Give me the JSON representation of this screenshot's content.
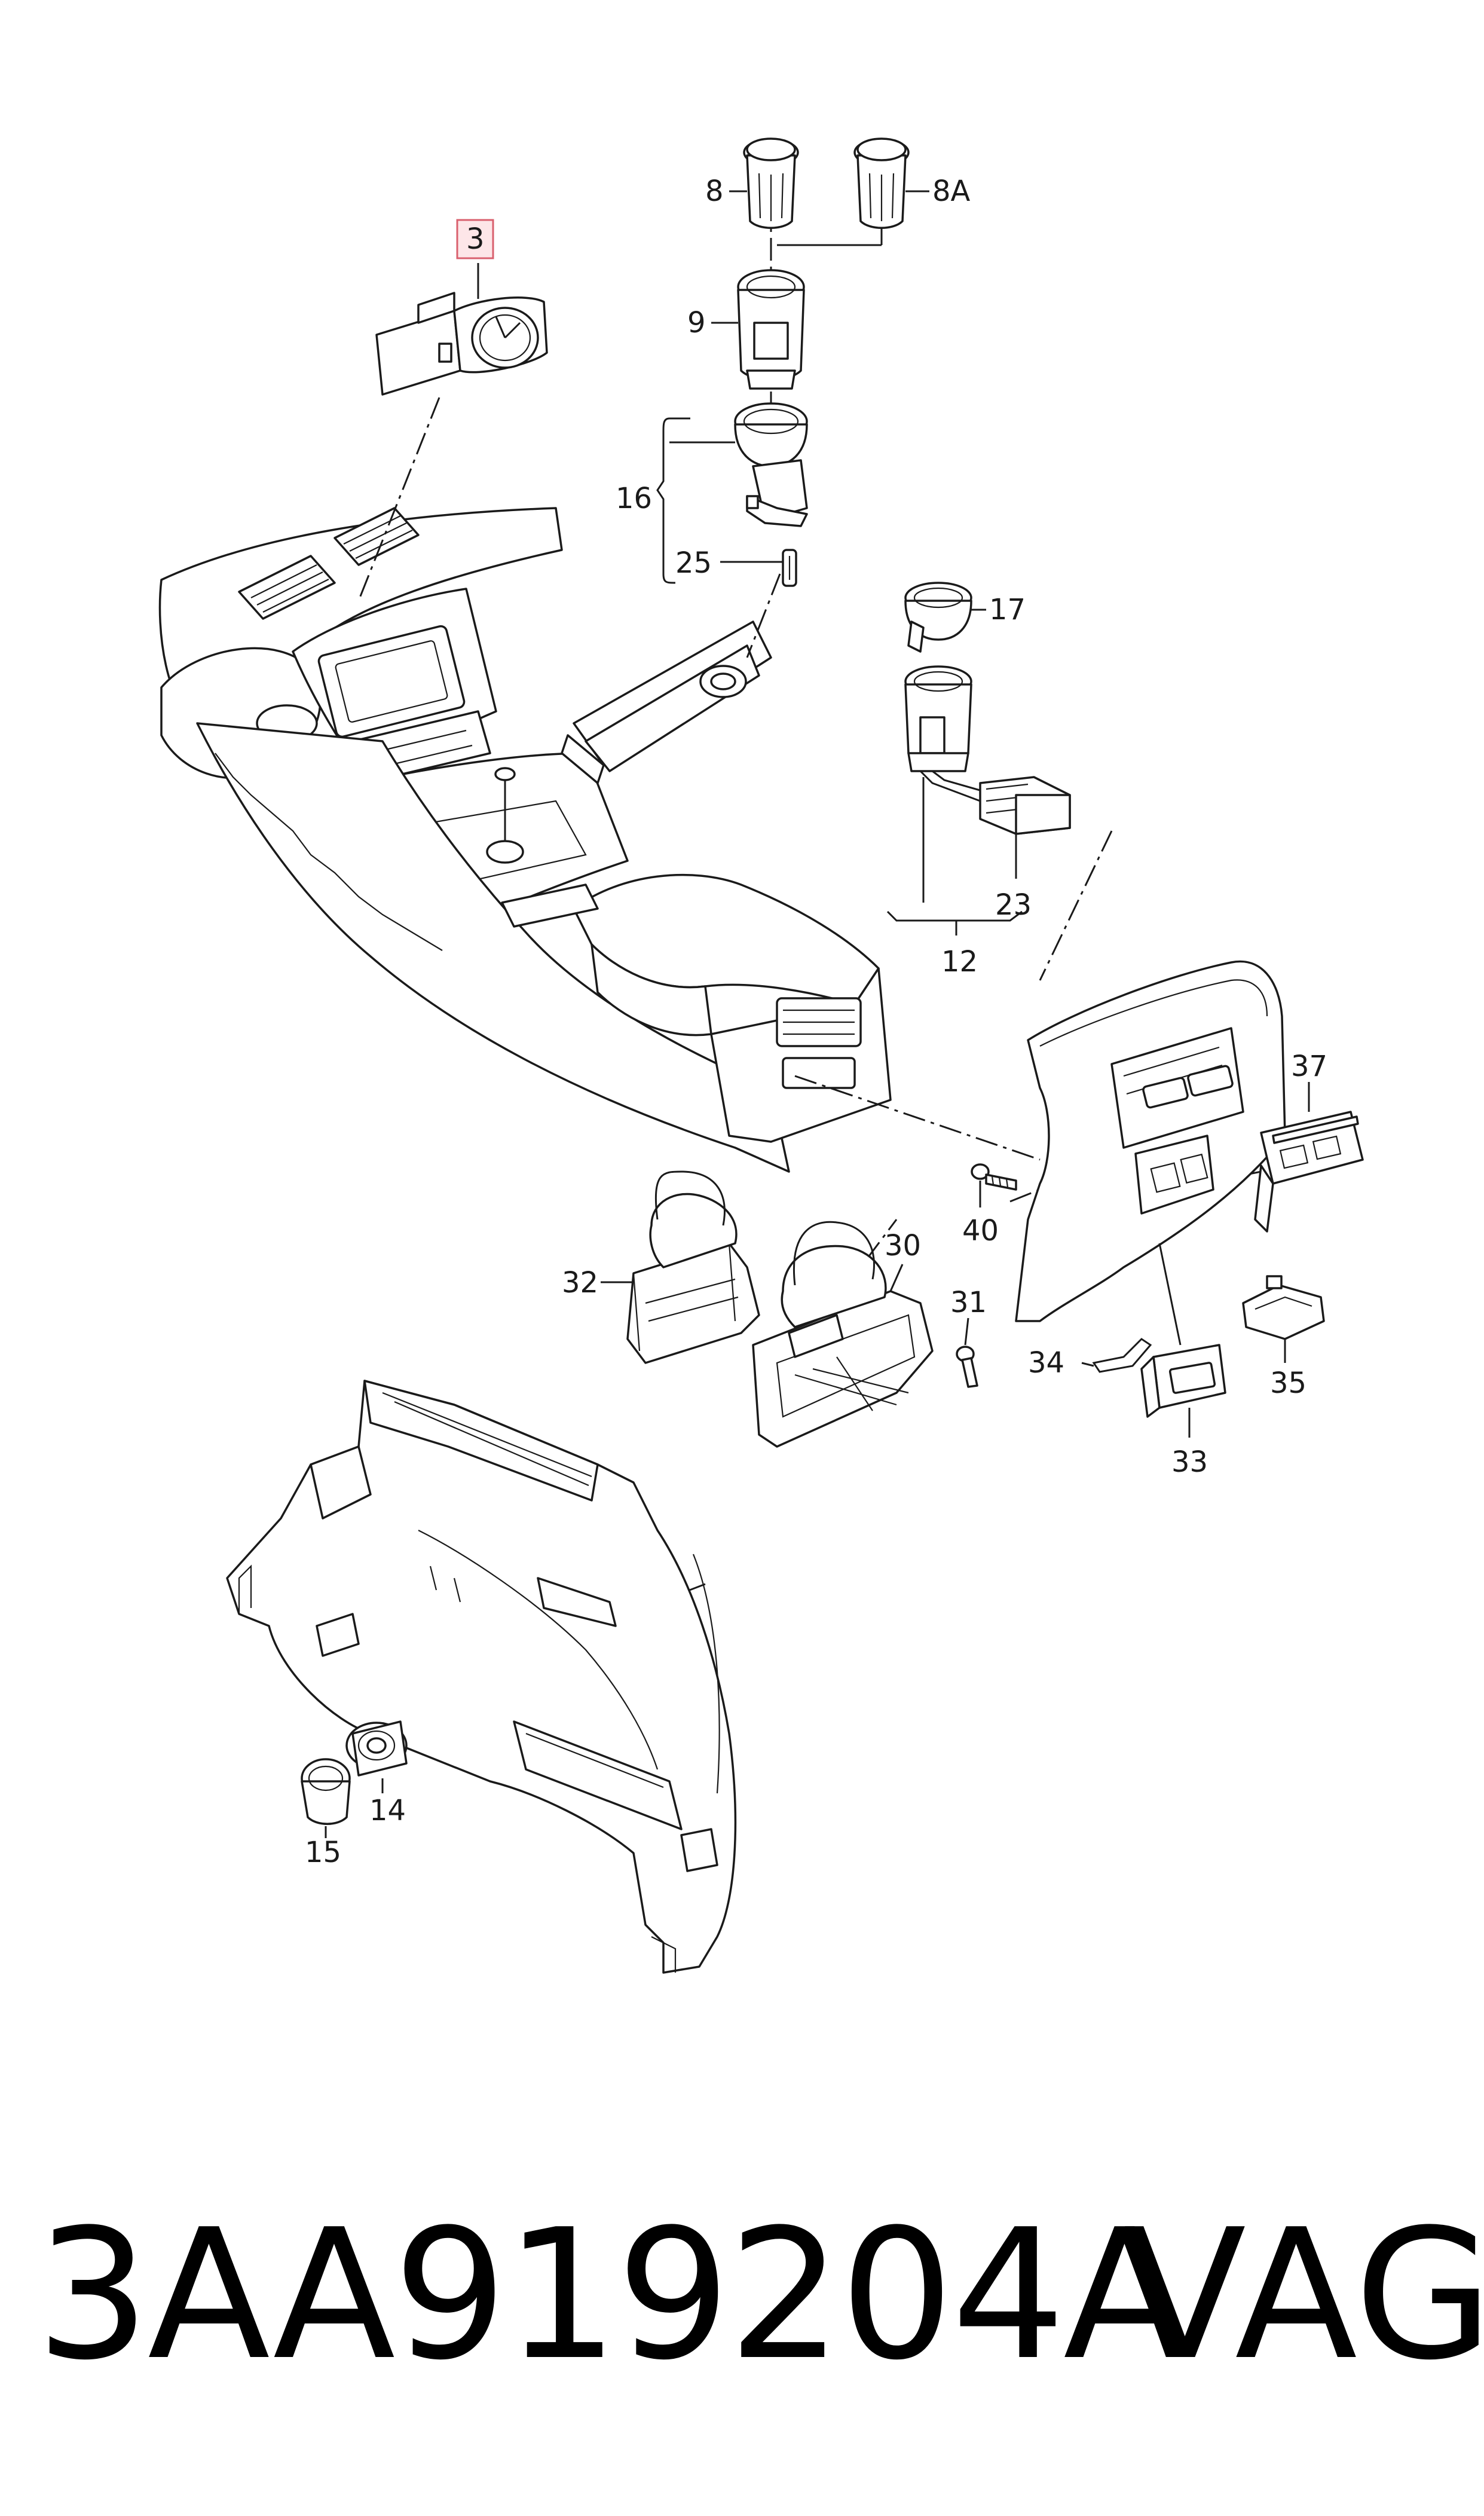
{
  "callouts": {
    "c3": "3",
    "c8": "8",
    "c8a": "8A",
    "c9": "9",
    "c16": "16",
    "c25": "25",
    "c17": "17",
    "c23": "23",
    "c12": "12",
    "c37": "37",
    "c40": "40",
    "c32": "32",
    "c30": "30",
    "c31": "31",
    "c34": "34",
    "c35": "35",
    "c33": "33",
    "c14": "14",
    "c15": "15"
  },
  "footer": {
    "part_number": "3AA919204A",
    "brand": "VAG"
  },
  "colors": {
    "highlight_fill": "#fde6e8",
    "highlight_stroke": "#d9606e",
    "line": "#1a1a1a"
  }
}
